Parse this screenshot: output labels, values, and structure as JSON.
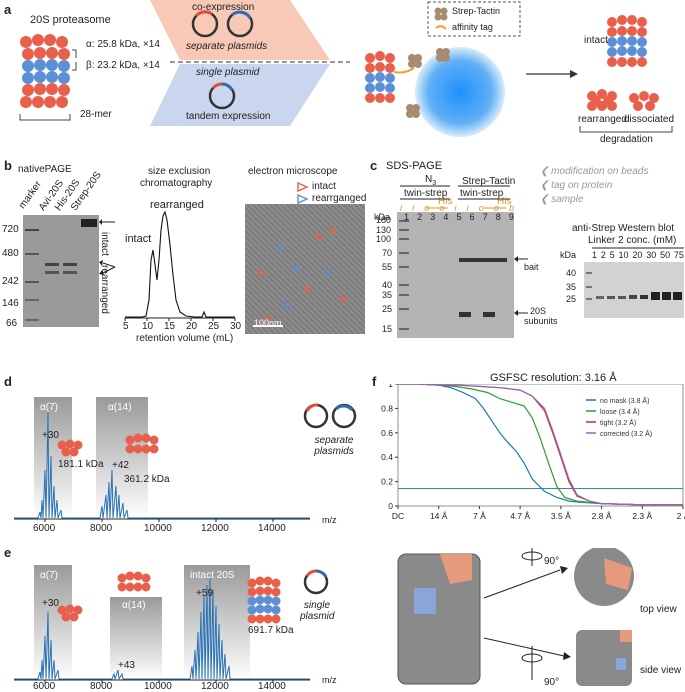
{
  "panels": {
    "a": "a",
    "b": "b",
    "c": "c",
    "d": "d",
    "e": "e",
    "f": "f"
  },
  "panel_a": {
    "title": "20S proteasome",
    "alpha_label": "α: 25.8 kDa, ×14",
    "beta_label": "β: 23.2 kDa, ×14",
    "mer_label": "28-mer",
    "coexpression": "co-expression",
    "separate_plasmids": "separate plasmids",
    "single_plasmid": "single plasmid",
    "tandem_expression": "tandem expression",
    "legend_strep": "Strep-Tactin",
    "legend_tag": "affinity tag",
    "intact": "intact",
    "rearranged": "rearranged",
    "dissociated": "dissociated",
    "degradation": "degradation"
  },
  "panel_b": {
    "native_title": "nativePAGE",
    "lanes": [
      "marker",
      "Avi-20S",
      "His-20S",
      "Strep-20S"
    ],
    "ladder": [
      "720",
      "480",
      "242",
      "146",
      "66"
    ],
    "intact": "intact",
    "rearranged": "rearranged",
    "sec_title_1": "size exclusion",
    "sec_title_2": "chromatography",
    "sec_peak_intact": "intact",
    "sec_peak_rearranged": "rearranged",
    "sec_xticks": [
      "5",
      "10",
      "15",
      "20",
      "25",
      "30"
    ],
    "sec_xlabel": "retention volume (mL)",
    "em_title": "electron microscope",
    "em_intact": "intact",
    "em_rearranged": "rearrganged",
    "scale": "100nm"
  },
  "panel_c": {
    "title": "SDS-PAGE",
    "n3": "N",
    "n3_sub": "3",
    "strep_tactin": "Strep-Tactin",
    "twin_strep_1": "twin-strep",
    "twin_strep_2": "twin-strep",
    "his": "His",
    "modification": "modification on beads",
    "tag": "tag on protein",
    "sample": "sample",
    "kda": "kDa",
    "ladder": [
      "180",
      "130",
      "100",
      "70",
      "55",
      "40",
      "35",
      "25",
      "15"
    ],
    "lane_numbers": [
      "1",
      "2",
      "3",
      "4",
      "5",
      "6",
      "7",
      "8",
      "9"
    ],
    "lane_letters": [
      "i",
      "i",
      "o",
      "o",
      "i",
      "i",
      "o",
      "o",
      "b"
    ],
    "bait": "bait",
    "subunits_1": "20S",
    "subunits_2": "subunits",
    "western_title": "anti-Strep Western blot",
    "linker": "Linker 2 conc. (mM)",
    "concs": [
      "1",
      "2",
      "5",
      "10",
      "20",
      "30",
      "50",
      "75"
    ],
    "wb_kda": "kDa",
    "wb_ladder": [
      "40",
      "35",
      "25"
    ]
  },
  "panel_d": {
    "alpha7": "α(7)",
    "alpha14": "α(14)",
    "charge7": "+30",
    "charge14": "+42",
    "mass7": "181.1 kDa",
    "mass14": "361.2 kDa",
    "plasmid_label": "separate plasmids",
    "xticks": [
      "6000",
      "8000",
      "10000",
      "12000",
      "14000"
    ],
    "xlabel": "m/z"
  },
  "panel_e": {
    "alpha7": "α(7)",
    "alpha14": "α(14)",
    "intact": "intact 20S",
    "charge7": "+30",
    "charge14": "+43",
    "charge20s": "+59",
    "mass20s": "691.7 kDa",
    "plasmid_label": "single plasmid",
    "xticks": [
      "6000",
      "8000",
      "10000",
      "12000",
      "14000"
    ],
    "xlabel": "m/z"
  },
  "panel_f": {
    "xticks": [
      "DC",
      "14 Å",
      "7 Å",
      "4.7 Å",
      "3.5 Å",
      "2.8 Å",
      "2.3 Å",
      "2 Å"
    ],
    "yticks": [
      "1",
      "0.8",
      "0.6",
      "0.4",
      "0.2",
      "0"
    ],
    "rotate1": "90°",
    "rotate2": "90°",
    "top_view": "top view",
    "side_view": "side view"
  },
  "chart_data": [
    {
      "type": "line",
      "title": "GSFSC resolution: 3.16 Å",
      "xlabel": "",
      "ylabel": "",
      "x_ticks": [
        "DC",
        "14 Å",
        "7 Å",
        "4.7 Å",
        "3.5 Å",
        "2.8 Å",
        "2.3 Å",
        "2 Å"
      ],
      "ylim": [
        0,
        1
      ],
      "threshold": 0.143,
      "legend_position": "top-right",
      "series": [
        {
          "name": "no mask (3.8 Å)",
          "color": "#1f77b4",
          "x": [
            0,
            0.5,
            1,
            1.3,
            1.6,
            1.9,
            2.1,
            2.3,
            2.5,
            2.7,
            2.9,
            3.1,
            3.3,
            3.6,
            3.9,
            4.2,
            4.5,
            5,
            6,
            7
          ],
          "y": [
            1,
            1,
            0.99,
            0.97,
            0.93,
            0.88,
            0.8,
            0.7,
            0.6,
            0.52,
            0.45,
            0.35,
            0.22,
            0.12,
            0.07,
            0.04,
            0.03,
            0.02,
            0.01,
            0.01
          ]
        },
        {
          "name": "loose (3.4 Å)",
          "color": "#2ca02c",
          "x": [
            0,
            0.5,
            1,
            1.4,
            1.8,
            2.2,
            2.5,
            2.8,
            3.1,
            3.3,
            3.5,
            3.7,
            3.9,
            4.1,
            4.4,
            5,
            6,
            7
          ],
          "y": [
            1,
            1,
            0.99,
            0.98,
            0.96,
            0.93,
            0.88,
            0.85,
            0.82,
            0.72,
            0.55,
            0.35,
            0.16,
            0.07,
            0.04,
            0.02,
            0.01,
            0.01
          ]
        },
        {
          "name": "tight (3.2 Å)",
          "color": "#d62728",
          "x": [
            0,
            0.5,
            1,
            1.5,
            2,
            2.5,
            3,
            3.3,
            3.6,
            3.8,
            4,
            4.2,
            4.4,
            4.7,
            5,
            6,
            7
          ],
          "y": [
            1,
            1,
            0.99,
            0.99,
            0.98,
            0.97,
            0.95,
            0.9,
            0.78,
            0.6,
            0.4,
            0.2,
            0.08,
            0.04,
            0.02,
            0.01,
            0.01
          ]
        },
        {
          "name": "corrected (3.2 Å)",
          "color": "#9467bd",
          "x": [
            0,
            0.5,
            1,
            1.5,
            2,
            2.5,
            3,
            3.3,
            3.6,
            3.8,
            4,
            4.2,
            4.4,
            4.7,
            5,
            6,
            7
          ],
          "y": [
            1,
            1,
            0.99,
            0.99,
            0.98,
            0.97,
            0.95,
            0.9,
            0.8,
            0.62,
            0.42,
            0.22,
            0.09,
            0.04,
            0.02,
            0.01,
            0.01
          ]
        }
      ]
    }
  ]
}
